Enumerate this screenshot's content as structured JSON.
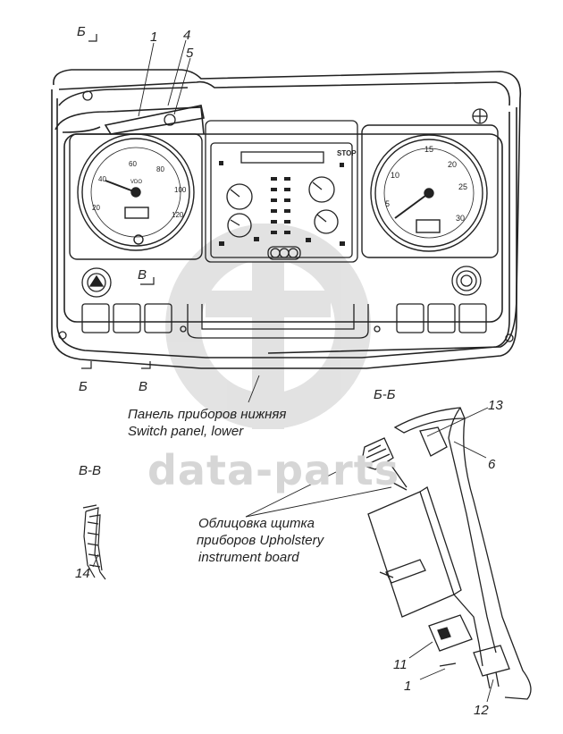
{
  "watermark": {
    "text": "data-parts"
  },
  "section_marks": {
    "b_top": "Б",
    "b_bottom": "Б",
    "v_mid": "В",
    "v_bottom": "В"
  },
  "callouts": {
    "n1_top": "1",
    "n4": "4",
    "n5": "5",
    "n13": "13",
    "n6": "6",
    "n14": "14",
    "n11": "11",
    "n1_bottom": "1",
    "n12": "12"
  },
  "section_titles": {
    "bb": "Б-Б",
    "vv": "В-В"
  },
  "captions": {
    "lower_panel_line1": "Панель приборов нижняя",
    "lower_panel_line2": "Switch panel, lower",
    "upholstery_line1": "Облицовка щитка",
    "upholstery_line2": "приборов Upholstery",
    "upholstery_line3": "instrument board"
  },
  "cluster": {
    "stop_label": "STOP",
    "speedometer_ticks": [
      "20",
      "40",
      "60",
      "80",
      "100",
      "120"
    ],
    "speedometer_center": "VDO",
    "tachometer_ticks": [
      "5",
      "10",
      "15",
      "20",
      "25",
      "30"
    ]
  },
  "colors": {
    "line": "#222222",
    "watermark": "#d6d6d6",
    "background": "#ffffff"
  }
}
